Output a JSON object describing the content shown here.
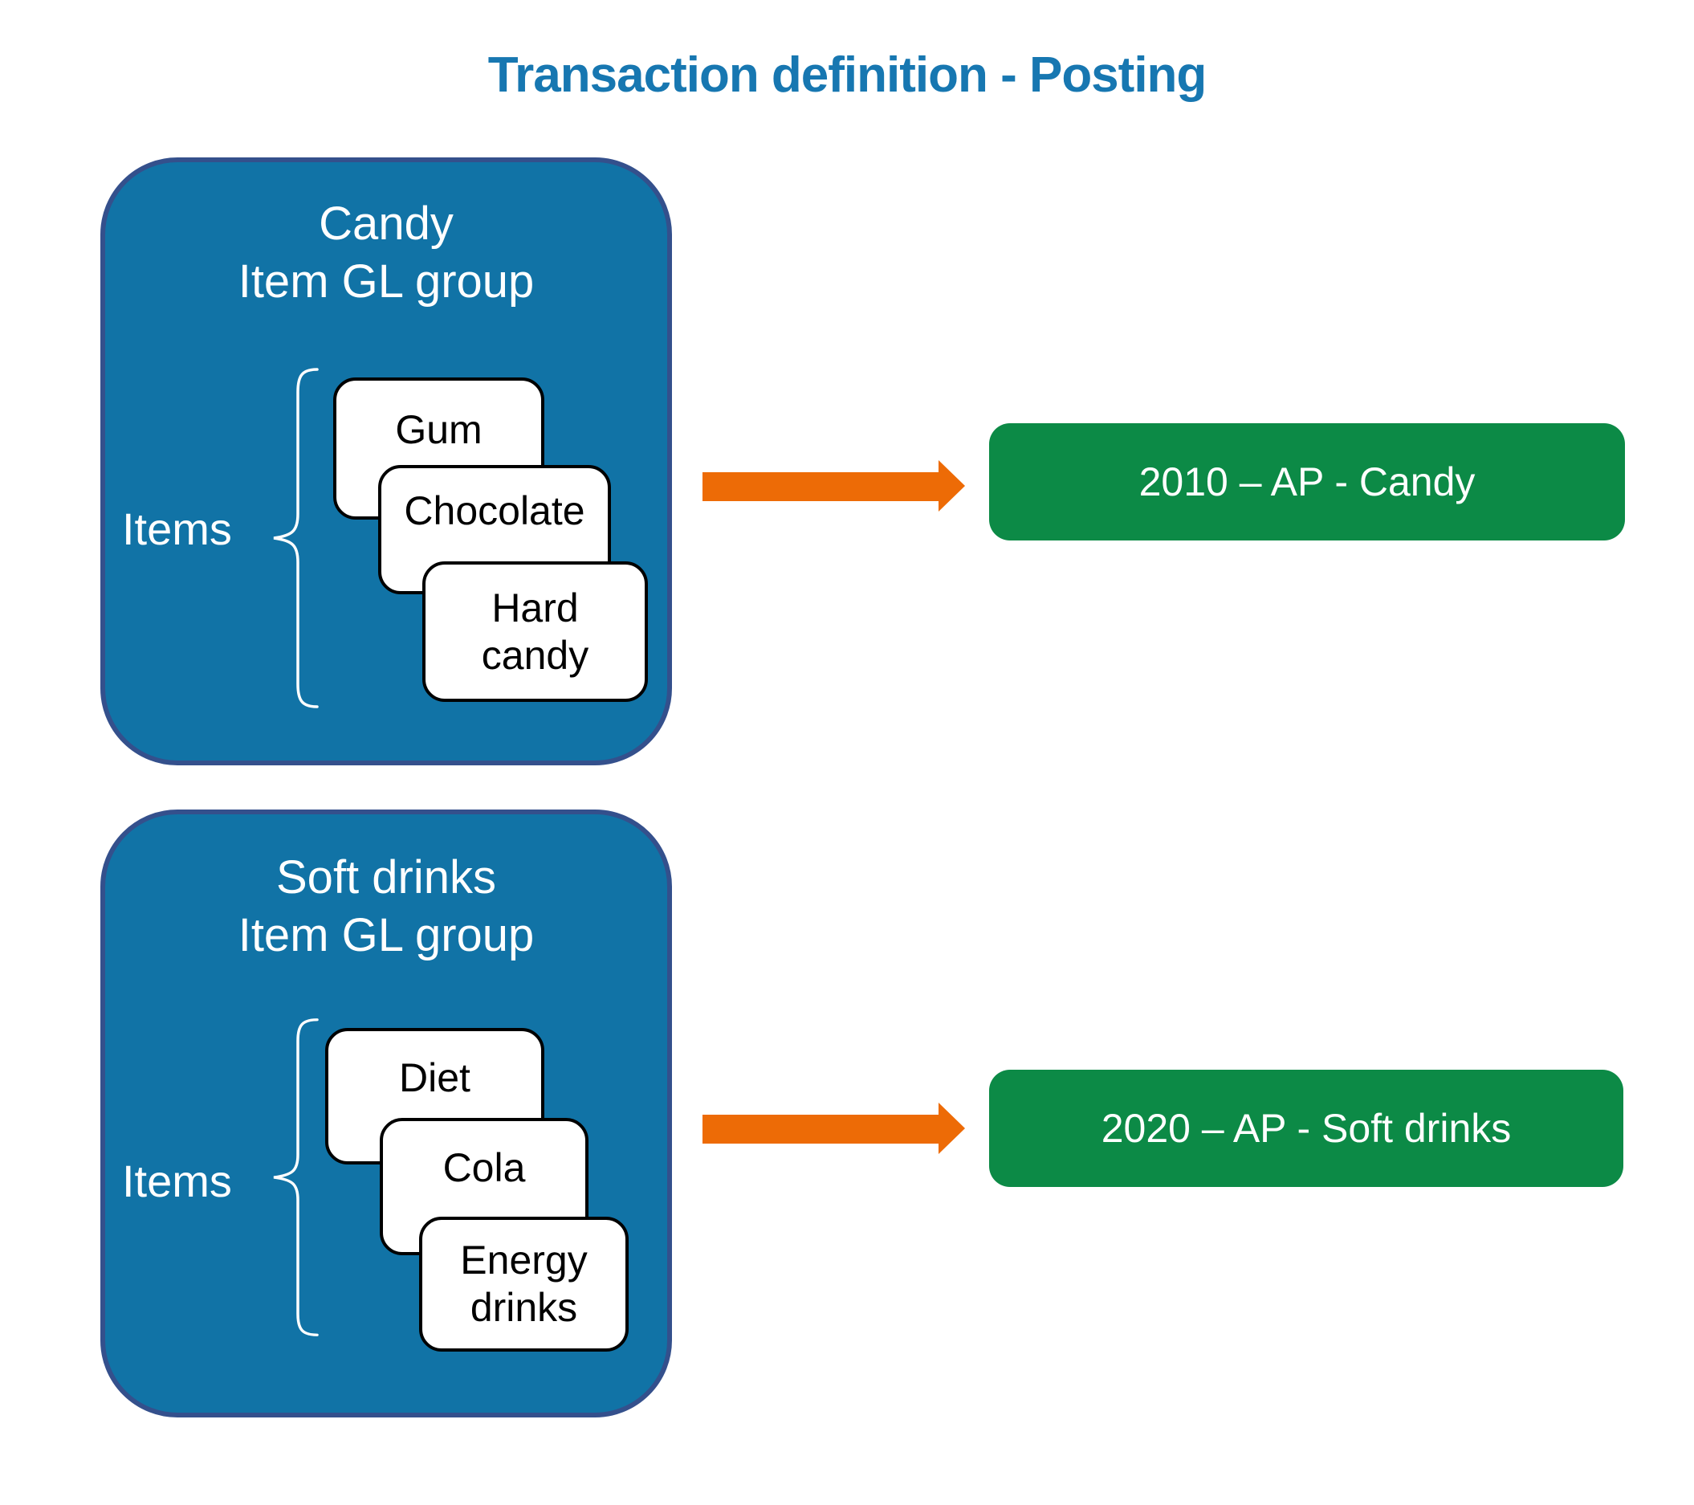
{
  "title": {
    "text": "Transaction definition - Posting"
  },
  "groups": [
    {
      "name": "Candy",
      "heading": [
        "Candy",
        "Item GL group"
      ],
      "items_label": "Items",
      "cards": [
        "Gum",
        "Chocolate",
        "Hard\ncandy"
      ],
      "account": "2010 – AP - Candy"
    },
    {
      "name": "Soft drinks",
      "heading": [
        "Soft drinks",
        "Item GL group"
      ],
      "items_label": "Items",
      "cards": [
        "Diet",
        "Cola",
        "Energy\ndrinks"
      ],
      "account": "2020 – AP - Soft drinks"
    }
  ],
  "icons": [
    {
      "name": "items-brace",
      "glyph": "{"
    },
    {
      "name": "arrow-right-icon",
      "glyph": "→"
    }
  ],
  "colors": {
    "title-text": "#1777B1",
    "group-fill": "#1173A6",
    "group-border": "#34508C",
    "group-text": "#FFFFFF",
    "card-fill": "#FFFFFF",
    "card-border": "#000000",
    "card-text": "#000000",
    "arrow": "#ED6B06",
    "account-fill": "#0C8A46",
    "account-text": "#FFFFFF"
  }
}
